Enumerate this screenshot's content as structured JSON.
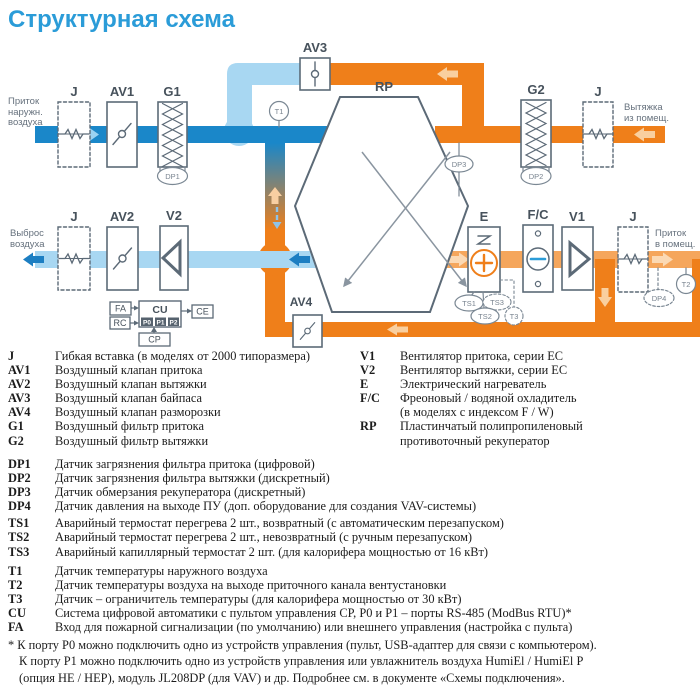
{
  "title": "Структурная схема",
  "colors": {
    "accent": "#2b9cd8",
    "supply_blue": "#1a87c9",
    "light_blue": "#a8d7f2",
    "orange": "#ef7f1a",
    "light_orange": "#f5a65c",
    "line_gray": "#5c6a77"
  },
  "diagram": {
    "flow_labels": {
      "supply_in": "Приток\nнаружн.\nвоздуха",
      "extract_in": "Вытяжка\nиз помещ.",
      "exhaust_out": "Выброс\nвоздуха",
      "supply_out": "Приток\nв помещ."
    },
    "labels": {
      "j1": "J",
      "av1": "AV1",
      "g1": "G1",
      "av3": "AV3",
      "rp": "RP",
      "g2": "G2",
      "j2": "J",
      "e": "E",
      "fc": "F/C",
      "v1": "V1",
      "j3": "J",
      "j4": "J",
      "av2": "AV2",
      "v2": "V2",
      "av4": "AV4"
    },
    "sensors": {
      "t1": "T1",
      "t2": "T2",
      "t3": "T3",
      "ts1": "TS1",
      "ts2": "TS2",
      "ts3": "TS3",
      "dp1": "DP1",
      "dp2": "DP2",
      "dp3": "DP3",
      "dp4": "DP4"
    },
    "control": {
      "cu": "CU",
      "fa": "FA",
      "rc": "RC",
      "ce": "CE",
      "cp": "CP",
      "p0": "P0",
      "p1": "P1",
      "p2": "P2"
    }
  },
  "legend": {
    "left": [
      {
        "key": "J",
        "text": "Гибкая вставка (в моделях от 2000 типоразмера)"
      },
      {
        "key": "AV1",
        "text": "Воздушный клапан притока"
      },
      {
        "key": "AV2",
        "text": "Воздушный клапан вытяжки"
      },
      {
        "key": "AV3",
        "text": "Воздушный клапан байпаса"
      },
      {
        "key": "AV4",
        "text": "Воздушный клапан разморозки"
      },
      {
        "key": "G1",
        "text": "Воздушный фильтр притока"
      },
      {
        "key": "G2",
        "text": "Воздушный фильтр вытяжки"
      }
    ],
    "right": [
      {
        "key": "V1",
        "text": "Вентилятор притока, серии ЕС",
        "text2": ""
      },
      {
        "key": "V2",
        "text": "Вентилятор вытяжки, серии ЕС",
        "text2": ""
      },
      {
        "key": "E",
        "text": "Электрический нагреватель",
        "text2": ""
      },
      {
        "key": "F/C",
        "text": "Фреоновый / водяной охладитель",
        "text2": "(в моделях с индексом F / W)"
      },
      {
        "key": "RP",
        "text": "Пластинчатый полипропиленовый",
        "text2": "противоточный рекуператор"
      }
    ],
    "rows": [
      {
        "key": "DP1",
        "text": "Датчик загрязнения фильтра притока (цифровой)"
      },
      {
        "key": "DP2",
        "text": "Датчик загрязнения фильтра вытяжки (дискретный)"
      },
      {
        "key": "DP3",
        "text": "Датчик обмерзания рекуператора (дискретный)"
      },
      {
        "key": "DP4",
        "text": "Датчик давления на выходе ПУ (доп. оборудование для создания VAV-системы)"
      },
      {
        "key": "TS1",
        "text": "Аварийный термостат перегрева 2 шт., возвратный (с автоматическим перезапуском)"
      },
      {
        "key": "TS2",
        "text": "Аварийный термостат перегрева 2 шт., невозвратный (с ручным перезапуском)"
      },
      {
        "key": "TS3",
        "text": "Аварийный капиллярный термостат 2 шт. (для калорифера мощностью от 16 кВт)"
      },
      {
        "key": "T1",
        "text": "Датчик температуры наружного воздуха"
      },
      {
        "key": "T2",
        "text": "Датчик температуры воздуха на выходе приточного канала вентустановки"
      },
      {
        "key": "T3",
        "text": "Датчик – ограничитель температуры (для калорифера мощностью от 30 кВт)"
      },
      {
        "key": "CU",
        "text": "Система цифровой автоматики с пультом управления CP, P0 и P1 – порты RS-485 (ModBus RTU)*"
      },
      {
        "key": "FA",
        "text": "Вход для пожарной сигнализации (по умолчанию) или внешнего управления (настройка с пульта)"
      }
    ]
  },
  "footnote": {
    "line1": "* К порту P0 можно подключить одно из устройств управления (пульт, USB-адаптер для связи с компьютером).",
    "line2": "К порту P1 можно подключить одно из устройств управления или увлажнитель воздуха HumiEl /  HumiEl P",
    "line3": "(опция HE / HEP), модуль JL208DP (для VAV) и др. Подробнее см. в документе «Схемы подключения»."
  }
}
